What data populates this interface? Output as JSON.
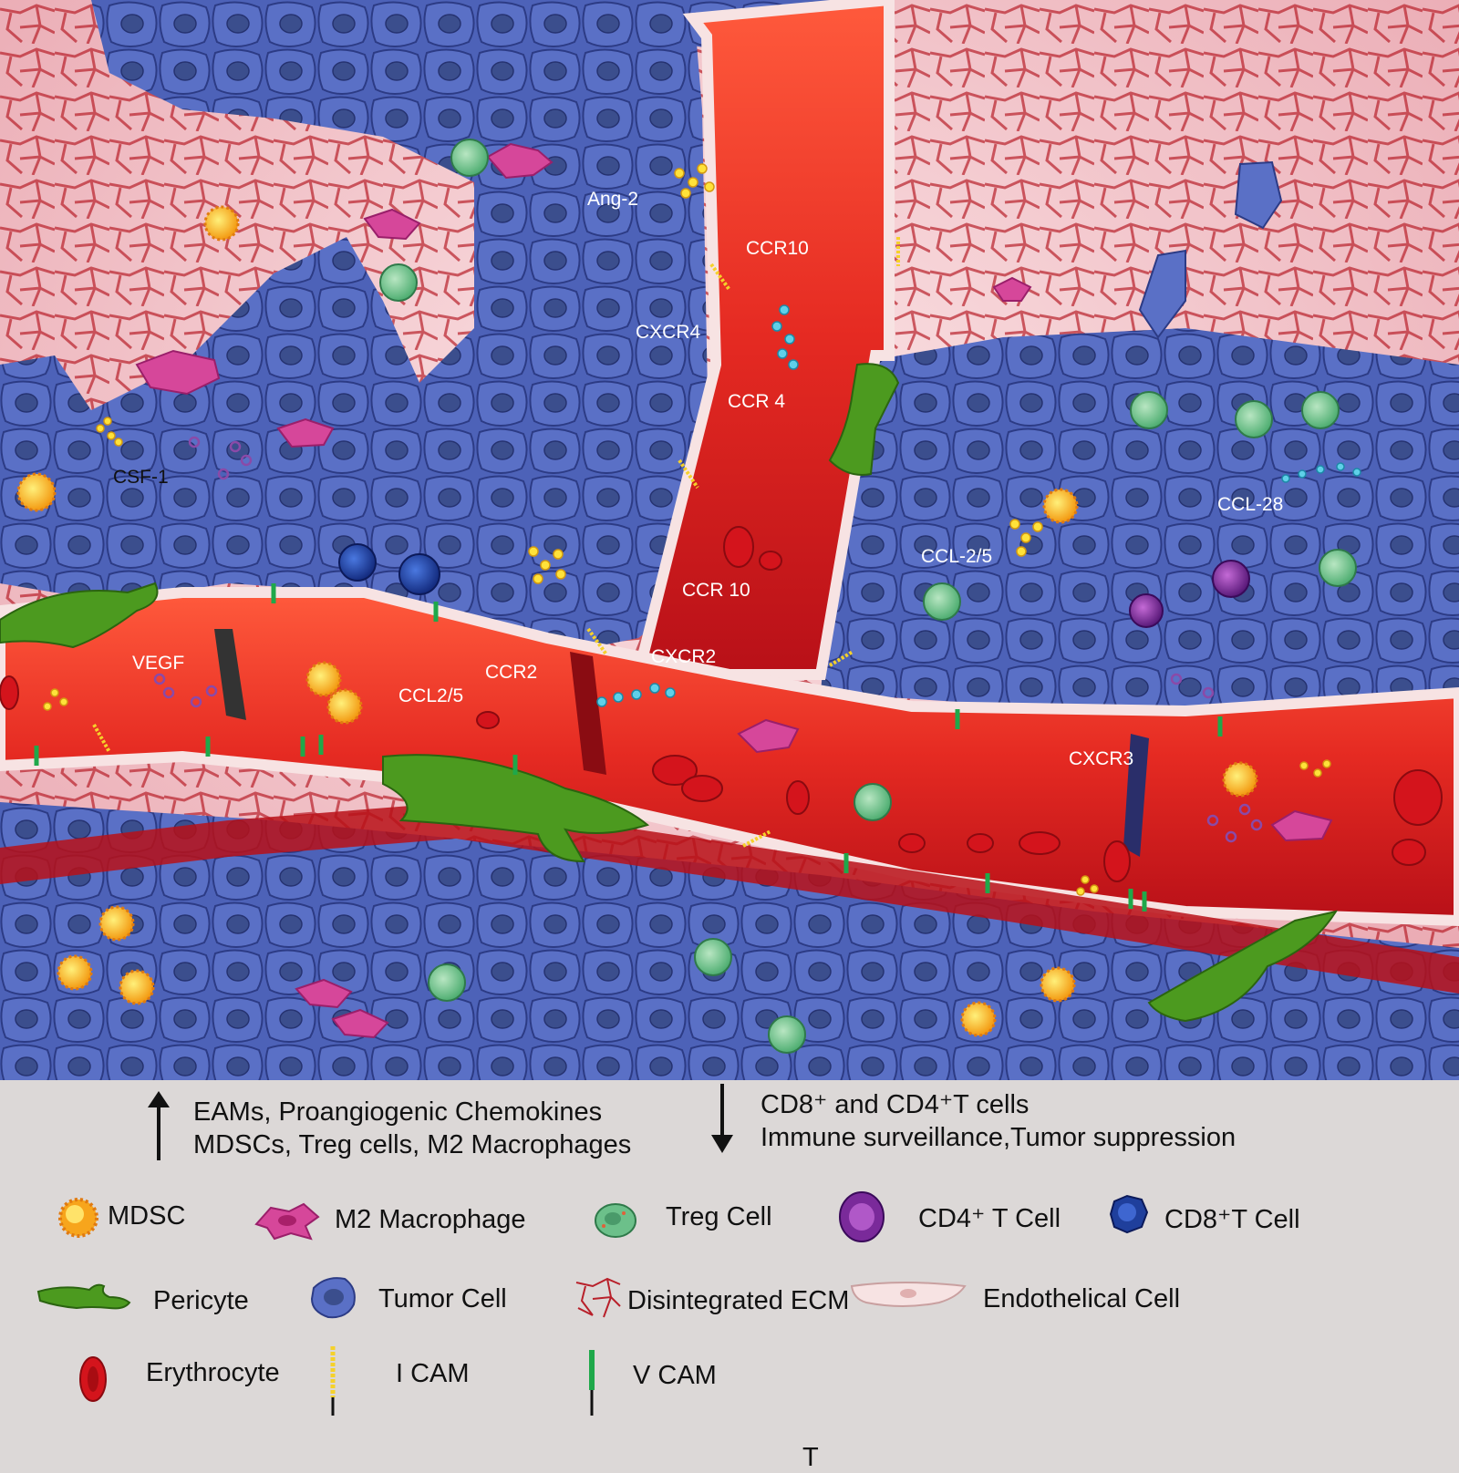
{
  "scene": {
    "labels": {
      "ang2": "Ang-2",
      "ccr10_top": "CCR10",
      "cxcr4": "CXCR4",
      "ccr4": "CCR 4",
      "csf1": "CSF-1",
      "ccl28": "CCL-28",
      "ccl25_right": "CCL-2/5",
      "ccr10_mid": "CCR 10",
      "vegf": "VEGF",
      "ccr2": "CCR2",
      "cxcr2": "CXCR2",
      "ccl25_left": "CCL2/5",
      "cxcr3": "CXCR3"
    }
  },
  "summary": {
    "up_line1": "EAMs, Proangiogenic Chemokines",
    "up_line2": "MDSCs, Treg cells, M2 Macrophages",
    "down_line1": "CD8⁺ and CD4⁺T cells",
    "down_line2": "Immune surveillance,Tumor suppression"
  },
  "legend": {
    "mdsc": "MDSC",
    "m2": "M2 Macrophage",
    "treg": "Treg Cell",
    "cd4": "CD4⁺ T Cell",
    "cd8": "CD8⁺T Cell",
    "pericyte": "Pericyte",
    "tumor": "Tumor Cell",
    "ecm": "Disintegrated ECM",
    "endo": "Endothelical Cell",
    "erythrocyte": "Erythrocyte",
    "icam": "I CAM",
    "vcam": "V CAM",
    "footer_partial": "T"
  },
  "colors": {
    "vessel": "#e0262a",
    "tumor": "#4a5fb3",
    "stroma": "#f3c6cc",
    "ecm": "#b8202a",
    "pericyte": "#4c9a1f",
    "mdsc": "#f7a51c",
    "m2": "#d6479a",
    "treg": "#6cc08a",
    "cd4": "#7a2a9a",
    "cd8": "#1f3f9c",
    "endothelium": "#f7e3e3",
    "panel": "#dcd8d7"
  },
  "icons": [
    "mdsc-icon",
    "m2-macrophage-icon",
    "treg-cell-icon",
    "cd4-t-cell-icon",
    "cd8-t-cell-icon",
    "pericyte-icon",
    "tumor-cell-icon",
    "ecm-icon",
    "endothelial-cell-icon",
    "erythrocyte-icon",
    "icam-icon",
    "vcam-icon"
  ]
}
